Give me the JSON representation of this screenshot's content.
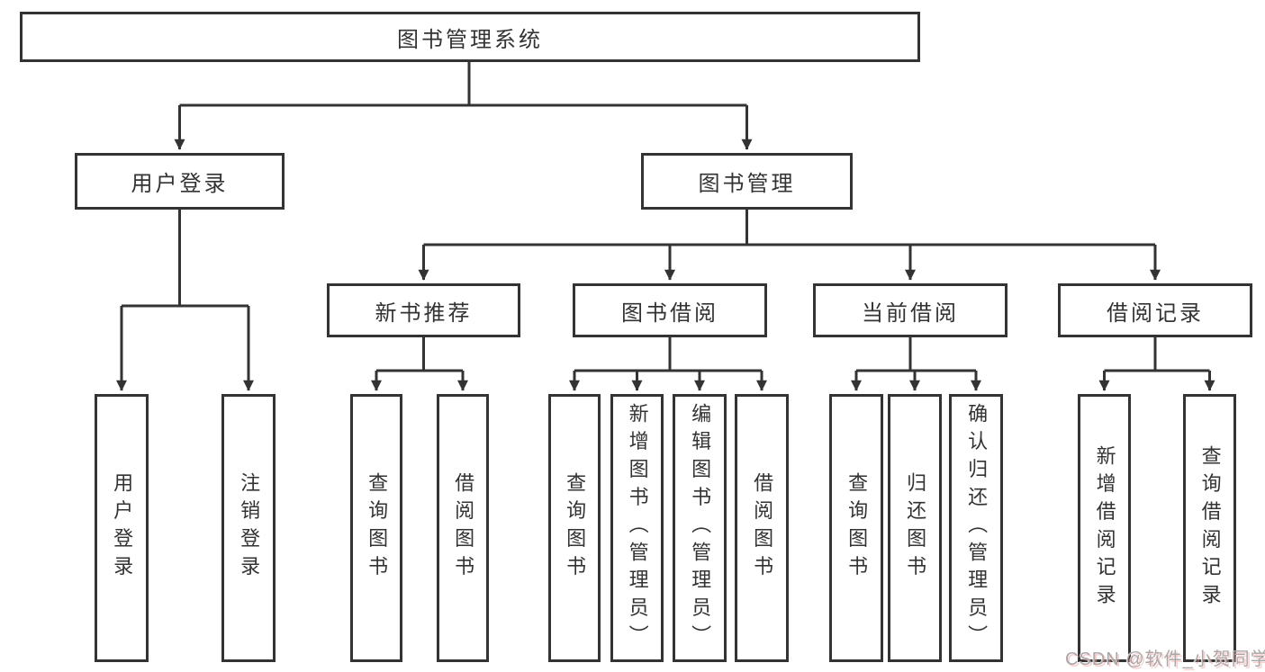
{
  "diagram_title": "图书管理系统",
  "colors": {
    "line": "#333333",
    "box_border": "#333333",
    "text": "#333333",
    "background": "#ffffff",
    "watermark_gray": "#a8a8a8",
    "watermark_pink": "#f5a0a0"
  },
  "nodes": {
    "root": {
      "label": "图书管理系统"
    },
    "user_login": {
      "label": "用户登录"
    },
    "book_mgmt": {
      "label": "图书管理"
    },
    "new_book_rec": {
      "label": "新书推荐"
    },
    "book_borrow": {
      "label": "图书借阅"
    },
    "current_borrow": {
      "label": "当前借阅"
    },
    "borrow_record": {
      "label": "借阅记录"
    },
    "leaf_user_login": {
      "label": "用户登录"
    },
    "leaf_logout": {
      "label": "注销登录"
    },
    "leaf_nb_query": {
      "label": "查询图书"
    },
    "leaf_nb_borrow": {
      "label": "借阅图书"
    },
    "leaf_bb_query": {
      "label": "查询图书"
    },
    "leaf_bb_add": {
      "label": "新增图书（管理员）"
    },
    "leaf_bb_edit": {
      "label": "编辑图书（管理员）"
    },
    "leaf_bb_borrow": {
      "label": "借阅图书"
    },
    "leaf_cb_query": {
      "label": "查询图书"
    },
    "leaf_cb_return": {
      "label": "归还图书"
    },
    "leaf_cb_confirm": {
      "label": "确认归还（管理员）"
    },
    "leaf_br_add": {
      "label": "新增借阅记录"
    },
    "leaf_br_query": {
      "label": "查询借阅记录"
    }
  },
  "hierarchy": {
    "图书管理系统": {
      "用户登录": [
        "用户登录",
        "注销登录"
      ],
      "图书管理": {
        "新书推荐": [
          "查询图书",
          "借阅图书"
        ],
        "图书借阅": [
          "查询图书",
          "新增图书（管理员）",
          "编辑图书（管理员）",
          "借阅图书"
        ],
        "当前借阅": [
          "查询图书",
          "归还图书",
          "确认归还（管理员）"
        ],
        "借阅记录": [
          "新增借阅记录",
          "查询借阅记录"
        ]
      }
    }
  },
  "watermark": {
    "text": "CSDN @软件_小贺同学"
  }
}
